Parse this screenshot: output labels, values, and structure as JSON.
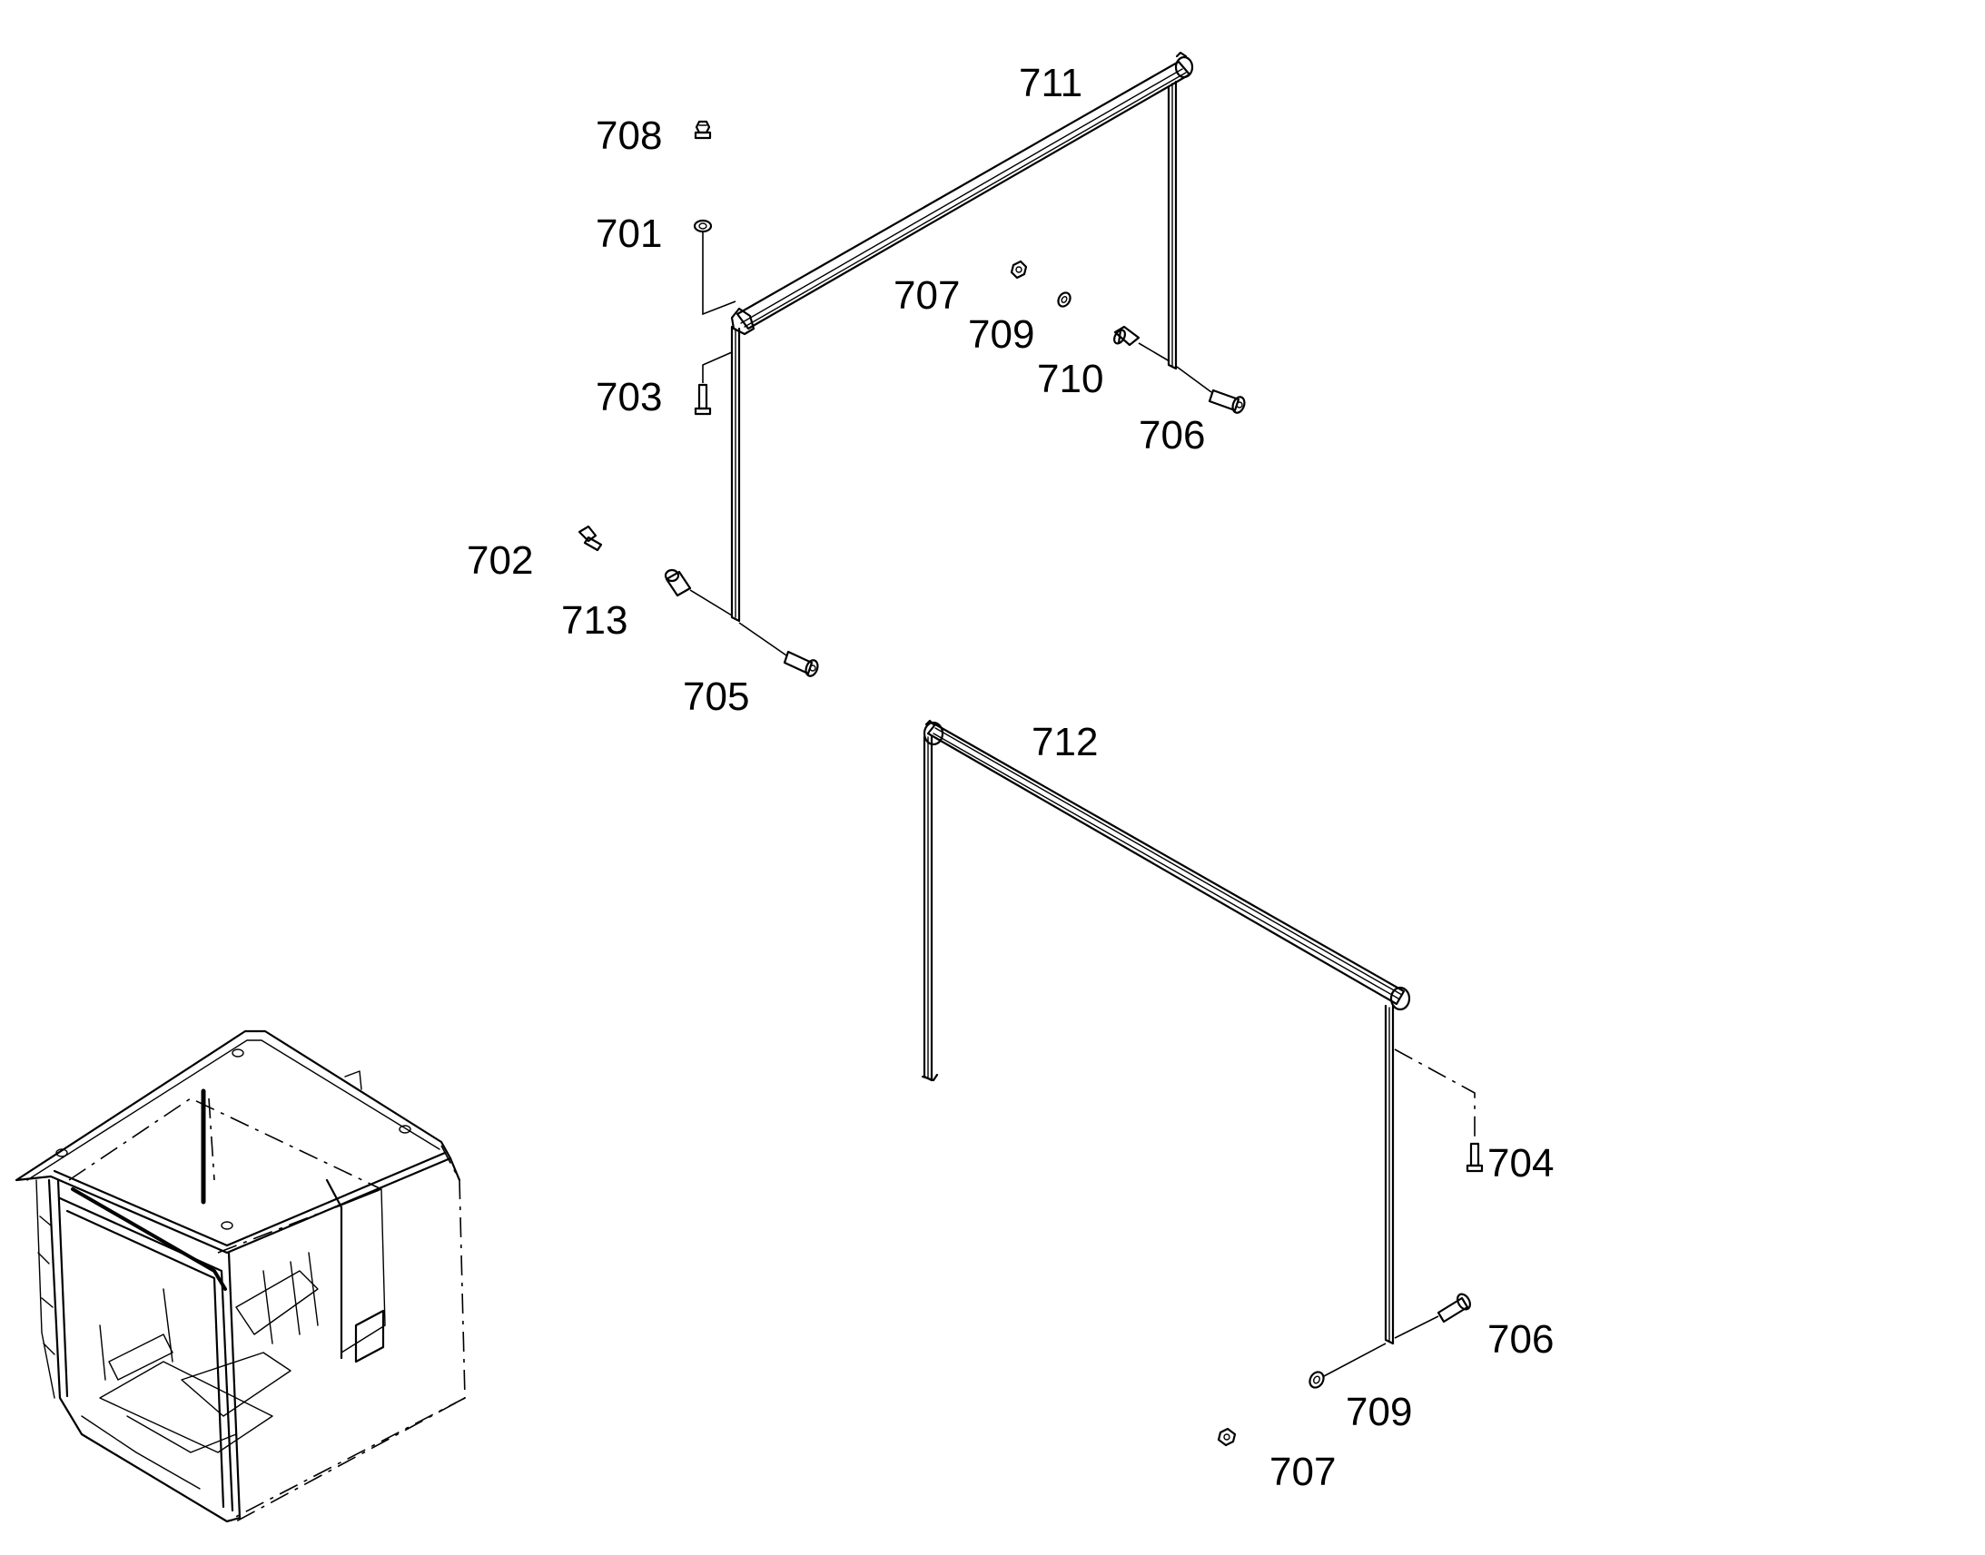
{
  "callouts": {
    "c711": "711",
    "c708": "708",
    "c701": "701",
    "c707a": "707",
    "c709a": "709",
    "c710": "710",
    "c703": "703",
    "c706a": "706",
    "c702": "702",
    "c713": "713",
    "c705": "705",
    "c712": "712",
    "c704": "704",
    "c706b": "706",
    "c709b": "709",
    "c707b": "707"
  }
}
